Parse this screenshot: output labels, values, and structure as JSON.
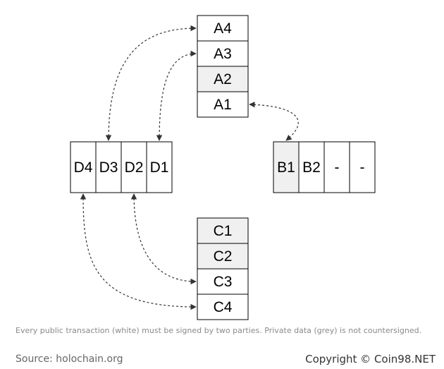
{
  "colors": {
    "public_fill": "#ffffff",
    "private_fill": "#f0f0f0",
    "stroke": "#000000",
    "connector": "#333333"
  },
  "blocks": {
    "a": {
      "cells": [
        {
          "label": "A4",
          "private": false
        },
        {
          "label": "A3",
          "private": false
        },
        {
          "label": "A2",
          "private": true
        },
        {
          "label": "A1",
          "private": false
        }
      ]
    },
    "d": {
      "cells": [
        {
          "label": "D4",
          "private": false
        },
        {
          "label": "D3",
          "private": false
        },
        {
          "label": "D2",
          "private": false
        },
        {
          "label": "D1",
          "private": false
        }
      ]
    },
    "b": {
      "cells": [
        {
          "label": "B1",
          "private": true
        },
        {
          "label": "B2",
          "private": false
        },
        {
          "label": "-",
          "private": false
        },
        {
          "label": "-",
          "private": false
        }
      ]
    },
    "c": {
      "cells": [
        {
          "label": "C1",
          "private": true
        },
        {
          "label": "C2",
          "private": true
        },
        {
          "label": "C3",
          "private": false
        },
        {
          "label": "C4",
          "private": false
        }
      ]
    }
  },
  "connections": [
    {
      "from": "D3",
      "to": "A4"
    },
    {
      "from": "D1",
      "to": "A3"
    },
    {
      "from": "A1",
      "to": "B1"
    },
    {
      "from": "D4",
      "to": "C4"
    },
    {
      "from": "D2",
      "to": "C3"
    }
  ],
  "caption": "Every public transaction (white) must be signed by two parties. Private data (grey) is not countersigned.",
  "footer": {
    "source": "Source: holochain.org",
    "copyright": "Copyright © Coin98.NET"
  }
}
